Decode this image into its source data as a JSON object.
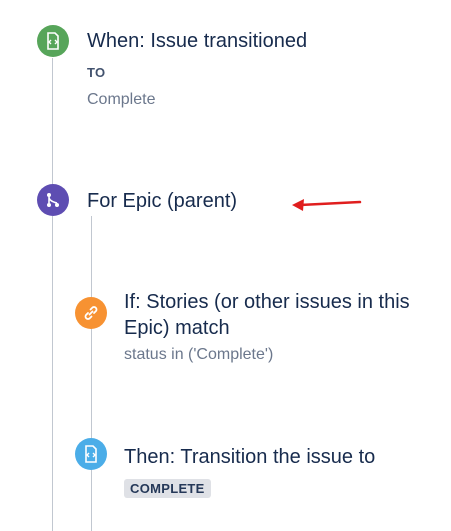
{
  "trigger": {
    "title": "When: Issue transitioned",
    "field_label": "TO",
    "field_value": "Complete",
    "icon": "trigger-icon",
    "color": "#57a55a"
  },
  "branch": {
    "title": "For Epic (parent)",
    "icon": "branch-icon",
    "color": "#5e4db2"
  },
  "condition": {
    "title_line1": "If: Stories (or other issues in this",
    "title_line2": "Epic) match",
    "detail": "status in ('Complete')",
    "icon": "link-icon",
    "color": "#f79232"
  },
  "action": {
    "title": "Then: Transition the issue to",
    "status": "COMPLETE",
    "icon": "action-icon",
    "color": "#4bade8"
  },
  "annotation": {
    "arrow_color": "#e01e1e"
  }
}
